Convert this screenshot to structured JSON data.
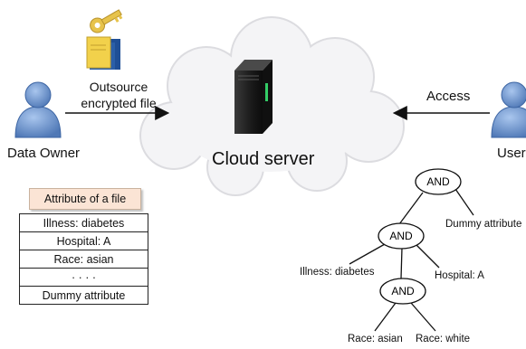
{
  "labels": {
    "data_owner": "Data Owner",
    "user": "User",
    "outsource_line1": "Outsource",
    "outsource_line2": "encrypted file",
    "access": "Access",
    "cloud_server": "Cloud server"
  },
  "attribute_panel": {
    "header": "Attribute of a file",
    "rows": [
      "Illness: diabetes",
      "Hospital: A",
      "Race: asian",
      "· · · ·",
      "Dummy attribute"
    ]
  },
  "policy_tree": {
    "gates": [
      "AND",
      "AND",
      "AND"
    ],
    "leaves": {
      "dummy": "Dummy attribute",
      "illness": "Illness: diabetes",
      "hospital": "Hospital: A",
      "race_asian": "Race: asian",
      "race_white": "Race: white"
    }
  },
  "colors": {
    "cloud_fill": "#f4f4f6",
    "person_blue": "#6b93c9",
    "key_gold": "#e7c34b",
    "document_blue": "#2b5fa8",
    "server_dark": "#1b1b1b",
    "server_led": "#33cc66",
    "attr_header_fill": "#fbe4d5"
  }
}
